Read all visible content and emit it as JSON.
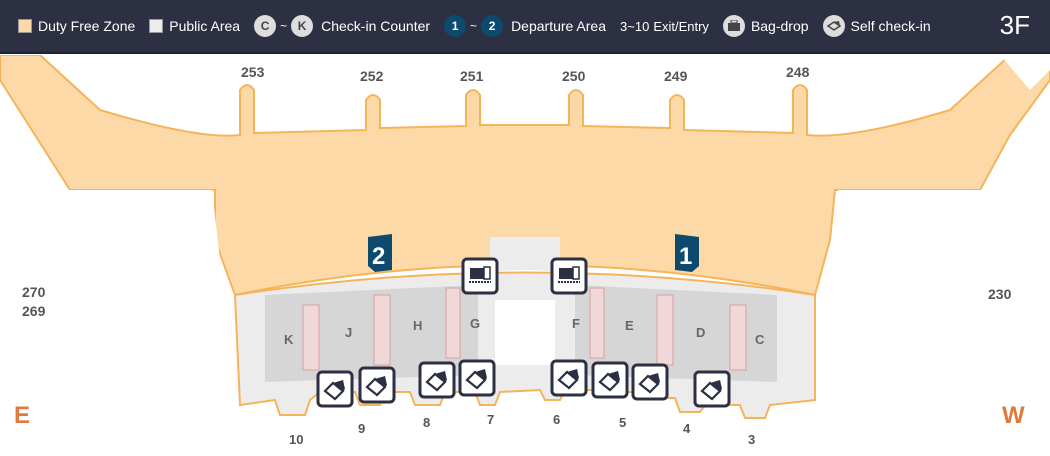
{
  "legend": {
    "duty_free": "Duty Free Zone",
    "public_area": "Public Area",
    "checkin_from": "C",
    "checkin_to": "K",
    "tilde": "~",
    "checkin_label": "Check-in Counter",
    "dep_from": "1",
    "dep_to": "2",
    "dep_label": "Departure Area",
    "exit_range": "3~10",
    "exit_label": "Exit/Entry",
    "bagdrop_label": "Bag-drop",
    "selfcheckin_label": "Self check-in"
  },
  "floor": "3F",
  "gates": {
    "g253": "253",
    "g252": "252",
    "g251": "251",
    "g250": "250",
    "g249": "249",
    "g248": "248",
    "g270": "270",
    "g269": "269",
    "g230": "230"
  },
  "zones": {
    "K": "K",
    "J": "J",
    "H": "H",
    "G": "G",
    "F": "F",
    "E": "E",
    "D": "D",
    "C": "C"
  },
  "departure": {
    "d1": "1",
    "d2": "2"
  },
  "exits": {
    "e10": "10",
    "e9": "9",
    "e8": "8",
    "e7": "7",
    "e6": "6",
    "e5": "5",
    "e4": "4",
    "e3": "3"
  },
  "directions": {
    "east": "E",
    "west": "W"
  },
  "colors": {
    "duty_free": "#fdd9a8",
    "duty_free_border": "#f5b45a",
    "public": "#ececec",
    "counter_zone": "#d6d6d6",
    "departure": "#0d4a6e",
    "direction": "#e07a3c",
    "header": "#2d3042"
  }
}
